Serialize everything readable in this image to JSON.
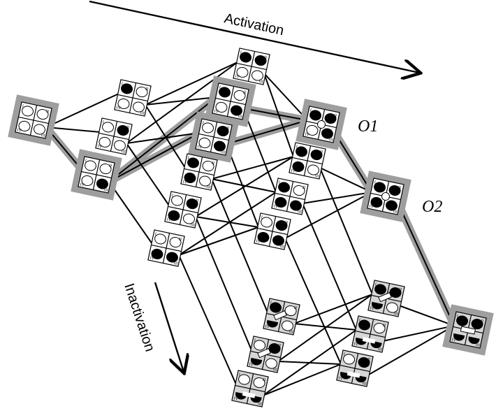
{
  "labels": {
    "activation": "Activation",
    "inactivation": "Inactivation",
    "open_state_1": "O1",
    "open_state_2": "O2",
    "subunit_numerals": [
      "I",
      "II",
      "III",
      "IV"
    ]
  },
  "colors": {
    "highlight_path": "#9e9e9e",
    "inactivated_fill": "#d6d6d6",
    "active_fill": "#000000",
    "line": "#000000"
  },
  "nodes": [
    {
      "id": "C0",
      "group": "resting",
      "active": [
        false,
        false,
        false,
        false
      ],
      "highlight": true
    },
    {
      "id": "C1a",
      "group": "resting",
      "active": [
        true,
        false,
        false,
        false
      ],
      "highlight": false
    },
    {
      "id": "C1b",
      "group": "resting",
      "active": [
        false,
        true,
        false,
        false
      ],
      "highlight": false
    },
    {
      "id": "C1c",
      "group": "resting",
      "active": [
        false,
        false,
        true,
        false
      ],
      "highlight": true
    },
    {
      "id": "C2a",
      "group": "resting",
      "active": [
        true,
        true,
        false,
        false
      ],
      "highlight": false
    },
    {
      "id": "C2b",
      "group": "resting",
      "active": [
        true,
        false,
        true,
        false
      ],
      "highlight": true
    },
    {
      "id": "C2c",
      "group": "resting",
      "active": [
        false,
        true,
        true,
        false
      ],
      "highlight": true
    },
    {
      "id": "C2d",
      "group": "resting",
      "active": [
        true,
        false,
        false,
        true
      ],
      "highlight": false
    },
    {
      "id": "C2e",
      "group": "resting",
      "active": [
        false,
        true,
        false,
        true
      ],
      "highlight": false
    },
    {
      "id": "C2f",
      "group": "resting",
      "active": [
        false,
        false,
        true,
        true
      ],
      "highlight": false
    },
    {
      "id": "O1",
      "group": "open",
      "active": [
        true,
        true,
        true,
        false
      ],
      "highlight": true,
      "pore": true,
      "label": "O1"
    },
    {
      "id": "C3b",
      "group": "resting",
      "active": [
        true,
        true,
        false,
        true
      ],
      "highlight": false
    },
    {
      "id": "C3c",
      "group": "resting",
      "active": [
        true,
        false,
        true,
        true
      ],
      "highlight": false
    },
    {
      "id": "C3d",
      "group": "resting",
      "active": [
        false,
        true,
        true,
        true
      ],
      "highlight": false
    },
    {
      "id": "O2",
      "group": "open",
      "active": [
        true,
        true,
        true,
        true
      ],
      "highlight": true,
      "pore": true,
      "label": "O2"
    },
    {
      "id": "Ia",
      "group": "inactivated",
      "active": [
        true,
        false,
        false,
        true
      ],
      "highlight": false,
      "inact": "bar"
    },
    {
      "id": "Ib",
      "group": "inactivated",
      "active": [
        false,
        true,
        false,
        true
      ],
      "highlight": false,
      "inact": "bar"
    },
    {
      "id": "Ic",
      "group": "inactivated",
      "active": [
        false,
        false,
        true,
        true
      ],
      "highlight": false,
      "inact": "bracket"
    },
    {
      "id": "Id",
      "group": "inactivated",
      "active": [
        true,
        true,
        false,
        true
      ],
      "highlight": false,
      "inact": "bar"
    },
    {
      "id": "Ie",
      "group": "inactivated",
      "active": [
        true,
        false,
        true,
        true
      ],
      "highlight": false,
      "inact": "bracket"
    },
    {
      "id": "If",
      "group": "inactivated",
      "active": [
        false,
        true,
        true,
        true
      ],
      "highlight": false,
      "inact": "bracket"
    },
    {
      "id": "Ig",
      "group": "inactivated",
      "active": [
        true,
        true,
        true,
        true
      ],
      "highlight": true,
      "inact": "barcenter"
    }
  ],
  "edges": [
    [
      "C0",
      "C1a"
    ],
    [
      "C0",
      "C1b"
    ],
    [
      "C0",
      "C1c"
    ],
    [
      "C1a",
      "C2a"
    ],
    [
      "C1a",
      "C2b"
    ],
    [
      "C1a",
      "C2d"
    ],
    [
      "C1b",
      "C2a"
    ],
    [
      "C1b",
      "C2c"
    ],
    [
      "C1b",
      "C2e"
    ],
    [
      "C1c",
      "C2b"
    ],
    [
      "C1c",
      "C2c"
    ],
    [
      "C1c",
      "C2f"
    ],
    [
      "C2a",
      "O1"
    ],
    [
      "C2a",
      "C3b"
    ],
    [
      "C2b",
      "O1"
    ],
    [
      "C2b",
      "C3c"
    ],
    [
      "C2c",
      "O1"
    ],
    [
      "C2c",
      "C3d"
    ],
    [
      "C2d",
      "C3b"
    ],
    [
      "C2d",
      "C3c"
    ],
    [
      "C2e",
      "C3b"
    ],
    [
      "C2e",
      "C3d"
    ],
    [
      "C2f",
      "C3c"
    ],
    [
      "C2f",
      "C3d"
    ],
    [
      "O1",
      "O2"
    ],
    [
      "C3b",
      "O2"
    ],
    [
      "C3c",
      "O2"
    ],
    [
      "C3d",
      "O2"
    ],
    [
      "C2d",
      "Ia"
    ],
    [
      "C2e",
      "Ib"
    ],
    [
      "C2f",
      "Ic"
    ],
    [
      "C3b",
      "Id"
    ],
    [
      "C3c",
      "Ie"
    ],
    [
      "C3d",
      "If"
    ],
    [
      "O2",
      "Ig"
    ],
    [
      "Ia",
      "Id"
    ],
    [
      "Ia",
      "Ie"
    ],
    [
      "Ib",
      "Id"
    ],
    [
      "Ib",
      "If"
    ],
    [
      "Ic",
      "Ie"
    ],
    [
      "Ic",
      "If"
    ],
    [
      "Id",
      "Ig"
    ],
    [
      "Ie",
      "Ig"
    ],
    [
      "If",
      "Ig"
    ]
  ],
  "highlight_path": [
    "C0",
    "C1c",
    "C2b",
    "O1",
    "O2",
    "Ig"
  ],
  "highlight_path_alt": [
    "C1c",
    "C2c",
    "O1"
  ]
}
